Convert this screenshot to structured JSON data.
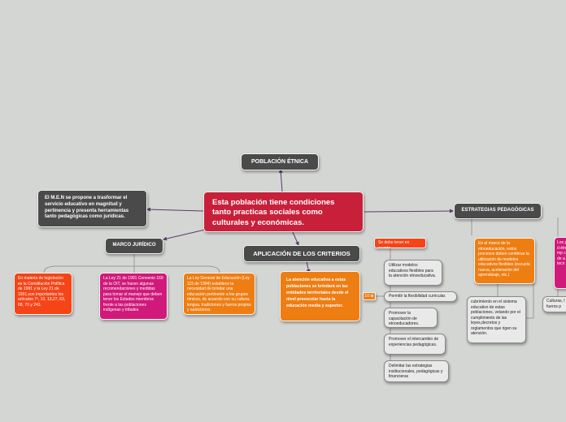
{
  "colors": {
    "background": "#d4d6d3",
    "main_node": "#c8203a",
    "dark_node": "#4a4a4a",
    "red_node": "#f54416",
    "pink_node": "#d0197a",
    "orange_node": "#ee7d12",
    "light_node": "#e9e9e9",
    "connector": "#5a3a6a"
  },
  "central": {
    "text": "Esta población tiene condiciones tanto practicas sociales como culturales y económicas."
  },
  "poblacion_etnica": {
    "label": "POBLACIÓN ÉTNICA"
  },
  "men": {
    "text": "El M.E.N se propone a trasformar el servicio educativo en magnitud y pertinencia y presenta herramientas tanto pedagógicas como jurídicas."
  },
  "marco_juridico": {
    "label": "MARCO JURÍDICO",
    "items": [
      "En materia de legislación es la Constitución Política de 1991 y la Ley 21 de 1991,son importantes los artículos 7º, 10, 13,27, 63, 68, 70 y 243.",
      "La Ley 21 de 1991 Convenio 169 de la OIT, se hacen algunas recomendaciones y medidas para tomar el manejo que deben tener los Estados miembros frente a las poblaciones indígenas y tribales.",
      "La Ley General de Educación (Ley 115 de 1994) establece la necesidad de brindar una educación pertinente a los grupos étnicos, de acuerdo con su cultura, lengua, tradiciones y fueros propios y autóctonos."
    ]
  },
  "aplicacion": {
    "label": "APLICACIÓN DE LOS CRITERIOS",
    "detail": "La atención educativa a estas poblaciones se brindará en las entidades territoriales desde el nivel preescolar hasta la educación media y superior."
  },
  "estrategias": {
    "label": "ESTRATEGIAS PEDAGÓGICAS",
    "se_debe": "Se debe tener en cuenta",
    "count_badge": "10 ⊞",
    "list": [
      "Utilizar modelos educativos flexibles para la atención etnoeducativa.",
      "Permitir la flexibilidad curricular.",
      "Promover la capacitación de etnoeducadores.",
      "Promover el intercambio de experiencias pedagógicas.",
      "Delimitar las estrategias institucionales, pedagógicas y financieras"
    ],
    "marco_etno": "En el marco de la etnoeducación, estos procesos deben combinar la utilización de modelos educativos flexibles (escuela nueva, aceleración del aprendizaje, etc.)",
    "cubrimiento": "cubrimiento en el sistema educativo de estas poblaciones, velando por el cumplimiento de las leyes,decretos y reglamentos que rigen su atención.",
    "pink_partial": "Los p fund étnic comp coles de a cono tecn",
    "cultura_partial": "Culturas, l y fueros p"
  }
}
